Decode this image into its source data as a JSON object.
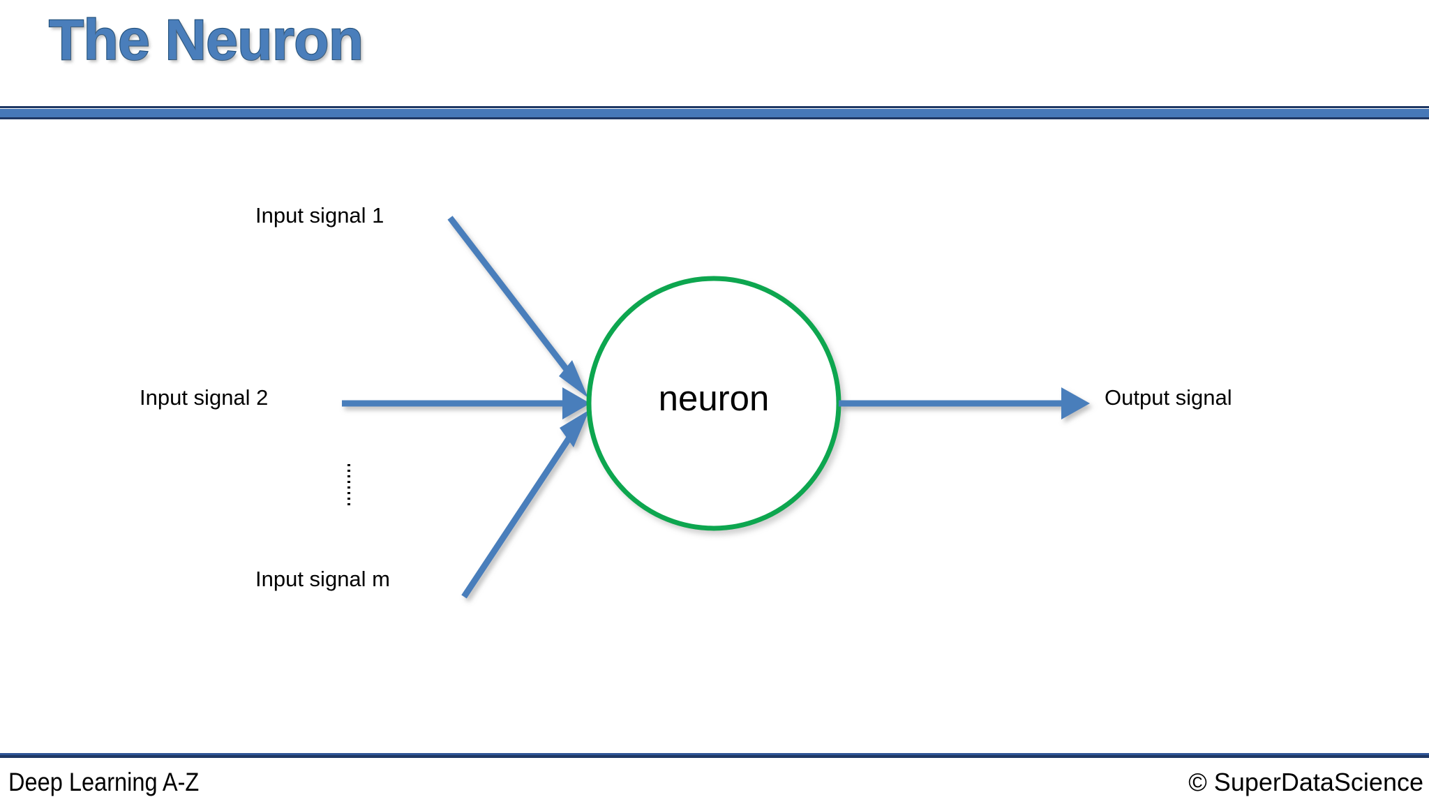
{
  "slide": {
    "title": "The Neuron",
    "background": "#FFFFFF"
  },
  "colors": {
    "title_fill": "#4A7EBB",
    "title_outline": "#1F4E79",
    "header_rule_thick": "#4678B8",
    "header_rule_thin": "#1F3864",
    "arrow_blue": "#4A7EBB",
    "neuron_green": "#0DA64F",
    "footer_rule": "#1F3864",
    "text_black": "#000000"
  },
  "diagram": {
    "neuron_label": "neuron",
    "inputs": [
      {
        "id": "input-signal-1",
        "label": "Input signal 1"
      },
      {
        "id": "input-signal-2",
        "label": "Input signal 2"
      },
      {
        "id": "input-signal-m",
        "label": "Input signal m"
      }
    ],
    "ellipsis": "vertical-dotted-line",
    "output": {
      "id": "output-signal",
      "label": "Output signal"
    }
  },
  "footer": {
    "left": "Deep Learning A-Z",
    "right": "© SuperDataScience"
  }
}
